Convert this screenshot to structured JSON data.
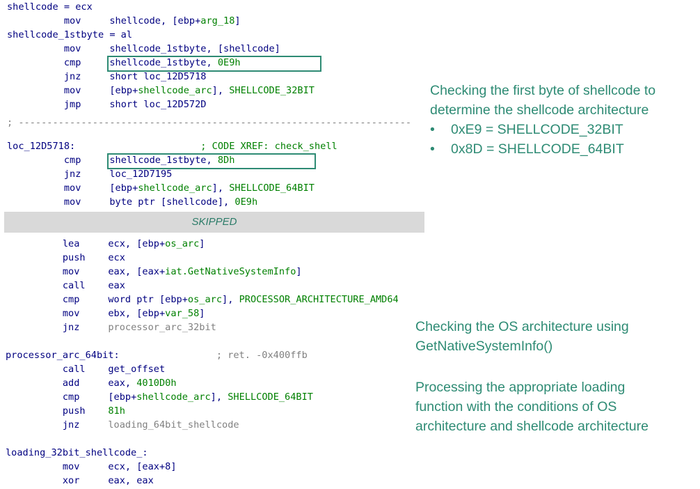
{
  "block1": [
    [
      {
        "t": "shellcode = ecx",
        "c": "lbl"
      }
    ],
    [
      {
        "t": "          ",
        "c": ""
      },
      {
        "t": "mov",
        "c": "mn"
      },
      {
        "t": "     shellcode, [ebp+",
        "c": "op"
      },
      {
        "t": "arg_18",
        "c": "gr"
      },
      {
        "t": "]",
        "c": "op"
      }
    ],
    [
      {
        "t": "shellcode_1stbyte = al",
        "c": "lbl"
      }
    ],
    [
      {
        "t": "          ",
        "c": ""
      },
      {
        "t": "mov",
        "c": "mn"
      },
      {
        "t": "     shellcode_1stbyte, [shellcode]",
        "c": "op"
      }
    ],
    [
      {
        "t": "          ",
        "c": ""
      },
      {
        "t": "cmp",
        "c": "mn"
      },
      {
        "t": "     shellcode_1stbyte, ",
        "c": "op"
      },
      {
        "t": "0E9h",
        "c": "gr"
      }
    ],
    [
      {
        "t": "          ",
        "c": ""
      },
      {
        "t": "jnz",
        "c": "mn"
      },
      {
        "t": "     short loc_12D5718",
        "c": "op"
      }
    ],
    [
      {
        "t": "          ",
        "c": ""
      },
      {
        "t": "mov",
        "c": "mn"
      },
      {
        "t": "     [ebp+",
        "c": "op"
      },
      {
        "t": "shellcode_arc",
        "c": "gr"
      },
      {
        "t": "], ",
        "c": "op"
      },
      {
        "t": "SHELLCODE_32BIT",
        "c": "gr"
      }
    ],
    [
      {
        "t": "          ",
        "c": ""
      },
      {
        "t": "jmp",
        "c": "mn"
      },
      {
        "t": "     short loc_12D572D",
        "c": "op"
      }
    ]
  ],
  "separator": "; ---------------------------------------------------------------------",
  "block2": [
    [
      {
        "t": "loc_12D5718:",
        "c": "lbl"
      },
      {
        "t": "                      ; CODE XREF: check_shell",
        "c": "gr"
      }
    ],
    [
      {
        "t": "          ",
        "c": ""
      },
      {
        "t": "cmp",
        "c": "mn"
      },
      {
        "t": "     shellcode_1stbyte, ",
        "c": "op"
      },
      {
        "t": "8Dh",
        "c": "gr"
      }
    ],
    [
      {
        "t": "          ",
        "c": ""
      },
      {
        "t": "jnz",
        "c": "mn"
      },
      {
        "t": "     loc_12D7195",
        "c": "op"
      }
    ],
    [
      {
        "t": "          ",
        "c": ""
      },
      {
        "t": "mov",
        "c": "mn"
      },
      {
        "t": "     [ebp+",
        "c": "op"
      },
      {
        "t": "shellcode_arc",
        "c": "gr"
      },
      {
        "t": "], ",
        "c": "op"
      },
      {
        "t": "SHELLCODE_64BIT",
        "c": "gr"
      }
    ],
    [
      {
        "t": "          ",
        "c": ""
      },
      {
        "t": "mov",
        "c": "mn"
      },
      {
        "t": "     byte ptr [shellcode], ",
        "c": "op"
      },
      {
        "t": "0E9h",
        "c": "gr"
      }
    ]
  ],
  "skipped_label": "SKIPPED",
  "block3": [
    [
      {
        "t": "          ",
        "c": ""
      },
      {
        "t": "lea",
        "c": "mn"
      },
      {
        "t": "     ecx, [ebp+",
        "c": "op"
      },
      {
        "t": "os_arc",
        "c": "gr"
      },
      {
        "t": "]",
        "c": "op"
      }
    ],
    [
      {
        "t": "          ",
        "c": ""
      },
      {
        "t": "push",
        "c": "mn"
      },
      {
        "t": "    ecx",
        "c": "op"
      }
    ],
    [
      {
        "t": "          ",
        "c": ""
      },
      {
        "t": "mov",
        "c": "mn"
      },
      {
        "t": "     eax, [eax+",
        "c": "op"
      },
      {
        "t": "iat.GetNativeSystemInfo",
        "c": "gr"
      },
      {
        "t": "]",
        "c": "op"
      }
    ],
    [
      {
        "t": "          ",
        "c": ""
      },
      {
        "t": "call",
        "c": "mn"
      },
      {
        "t": "    eax",
        "c": "op"
      }
    ],
    [
      {
        "t": "          ",
        "c": ""
      },
      {
        "t": "cmp",
        "c": "mn"
      },
      {
        "t": "     word ptr [ebp+",
        "c": "op"
      },
      {
        "t": "os_arc",
        "c": "gr"
      },
      {
        "t": "], ",
        "c": "op"
      },
      {
        "t": "PROCESSOR_ARCHITECTURE_AMD64",
        "c": "gr"
      }
    ],
    [
      {
        "t": "          ",
        "c": ""
      },
      {
        "t": "mov",
        "c": "mn"
      },
      {
        "t": "     ebx, [ebp+",
        "c": "op"
      },
      {
        "t": "var_58",
        "c": "gr"
      },
      {
        "t": "]",
        "c": "op"
      }
    ],
    [
      {
        "t": "          ",
        "c": ""
      },
      {
        "t": "jnz",
        "c": "mn"
      },
      {
        "t": "     processor_arc_32bit",
        "c": "gy"
      }
    ],
    [
      {
        "t": "",
        "c": ""
      }
    ],
    [
      {
        "t": "processor_arc_64bit:",
        "c": "lbl"
      },
      {
        "t": "                 ; ret. -0x400ffb",
        "c": "gy"
      }
    ],
    [
      {
        "t": "          ",
        "c": ""
      },
      {
        "t": "call",
        "c": "mn"
      },
      {
        "t": "    get_offset",
        "c": "op"
      }
    ],
    [
      {
        "t": "          ",
        "c": ""
      },
      {
        "t": "add",
        "c": "mn"
      },
      {
        "t": "     eax, ",
        "c": "op"
      },
      {
        "t": "4010D0h",
        "c": "gr"
      }
    ],
    [
      {
        "t": "          ",
        "c": ""
      },
      {
        "t": "cmp",
        "c": "mn"
      },
      {
        "t": "     [ebp+",
        "c": "op"
      },
      {
        "t": "shellcode_arc",
        "c": "gr"
      },
      {
        "t": "], ",
        "c": "op"
      },
      {
        "t": "SHELLCODE_64BIT",
        "c": "gr"
      }
    ],
    [
      {
        "t": "          ",
        "c": ""
      },
      {
        "t": "push",
        "c": "mn"
      },
      {
        "t": "    ",
        "c": "op"
      },
      {
        "t": "81h",
        "c": "gr"
      }
    ],
    [
      {
        "t": "          ",
        "c": ""
      },
      {
        "t": "jnz",
        "c": "mn"
      },
      {
        "t": "     loading_64bit_shellcode",
        "c": "gy"
      }
    ],
    [
      {
        "t": "",
        "c": ""
      }
    ],
    [
      {
        "t": "loading_32bit_shellcode_:",
        "c": "lbl"
      }
    ],
    [
      {
        "t": "          ",
        "c": ""
      },
      {
        "t": "mov",
        "c": "mn"
      },
      {
        "t": "     ecx, [eax+8]",
        "c": "op"
      }
    ],
    [
      {
        "t": "          ",
        "c": ""
      },
      {
        "t": "xor",
        "c": "mn"
      },
      {
        "t": "     eax, eax",
        "c": "op"
      }
    ]
  ],
  "notes": {
    "shellcode_arch_line1": "Checking the first byte of shellcode to",
    "shellcode_arch_line2": "determine the shellcode architecture",
    "bullet_symbol": "•",
    "bullet1": "0xE9 = SHELLCODE_32BIT",
    "bullet2": "0x8D = SHELLCODE_64BIT",
    "os_arch_line1": "Checking the OS architecture using",
    "os_arch_line2": "GetNativeSystemInfo()",
    "loading_line1": "Processing the appropriate loading",
    "loading_line2": "function with the conditions of OS",
    "loading_line3": "architecture and shellcode architecture"
  },
  "colors": {
    "accent": "#2e8b74",
    "keyword": "#000080",
    "operand_green": "#008000",
    "comment_gray": "#808080",
    "skipped_bg": "#d9d9d9"
  }
}
